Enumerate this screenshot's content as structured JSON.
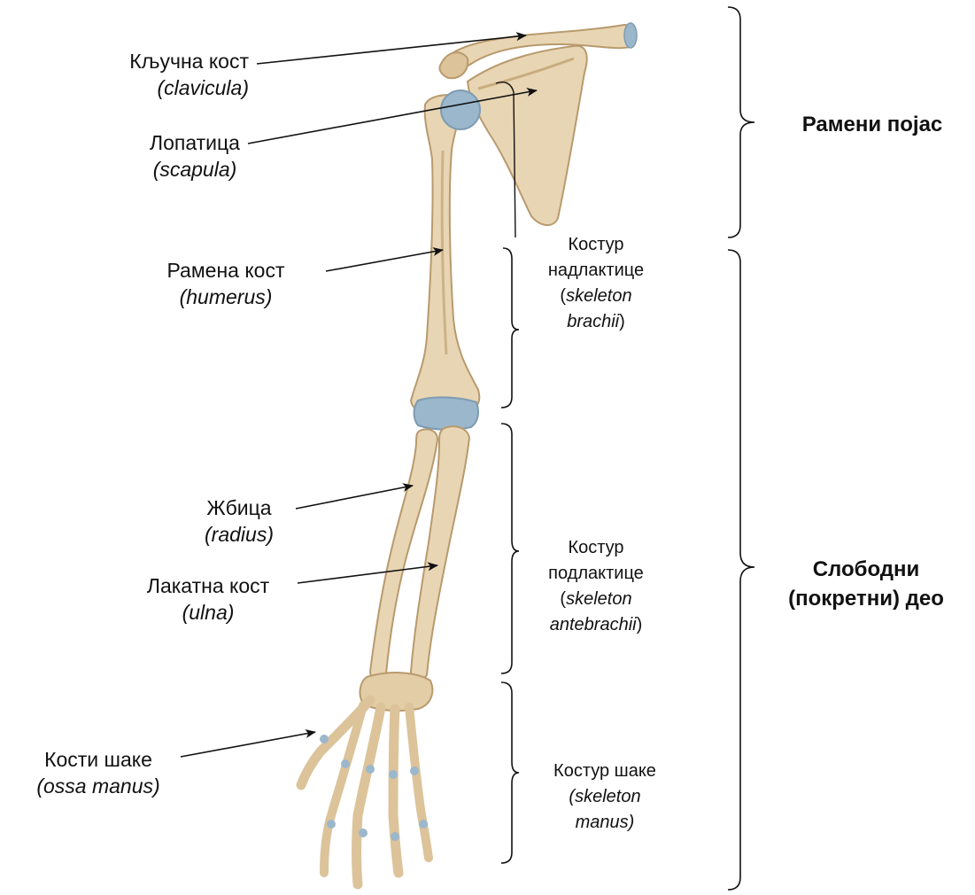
{
  "labels": {
    "clavicle": {
      "name": "Кључна кост",
      "latin": "(clavicula)"
    },
    "scapula": {
      "name": "Лопатица",
      "latin": "(scapula)"
    },
    "humerus": {
      "name": "Рамена кост",
      "latin": "(humerus)"
    },
    "radius": {
      "name": "Жбица",
      "latin": "(radius)"
    },
    "ulna": {
      "name": "Лакатна кост",
      "latin": "(ulna)"
    },
    "hand": {
      "name": "Кости шаке",
      "latin": "(ossa manus)"
    }
  },
  "sections": {
    "upper_arm": {
      "line1": "Костур",
      "line2": "надлактице",
      "latin_open": "(",
      "latin_a": "skeleton",
      "latin_b": "brachii",
      "latin_close": ")"
    },
    "forearm": {
      "line1": "Костур",
      "line2": "подлактице",
      "latin_open": "(",
      "latin_a": "skeleton",
      "latin_b": "antebrachii",
      "latin_close": ")"
    },
    "hand": {
      "line1": "Костур шаке",
      "latin_a": "(skeleton",
      "latin_b": "manus)"
    }
  },
  "groups": {
    "shoulder_girdle": "Рамени појас",
    "free_part_line1": "Слободни",
    "free_part_line2": "(покретни) део"
  },
  "colors": {
    "bone": "#e6d2ae",
    "bone_shade": "#c9ac7e",
    "cartilage": "#9bb7cc"
  }
}
